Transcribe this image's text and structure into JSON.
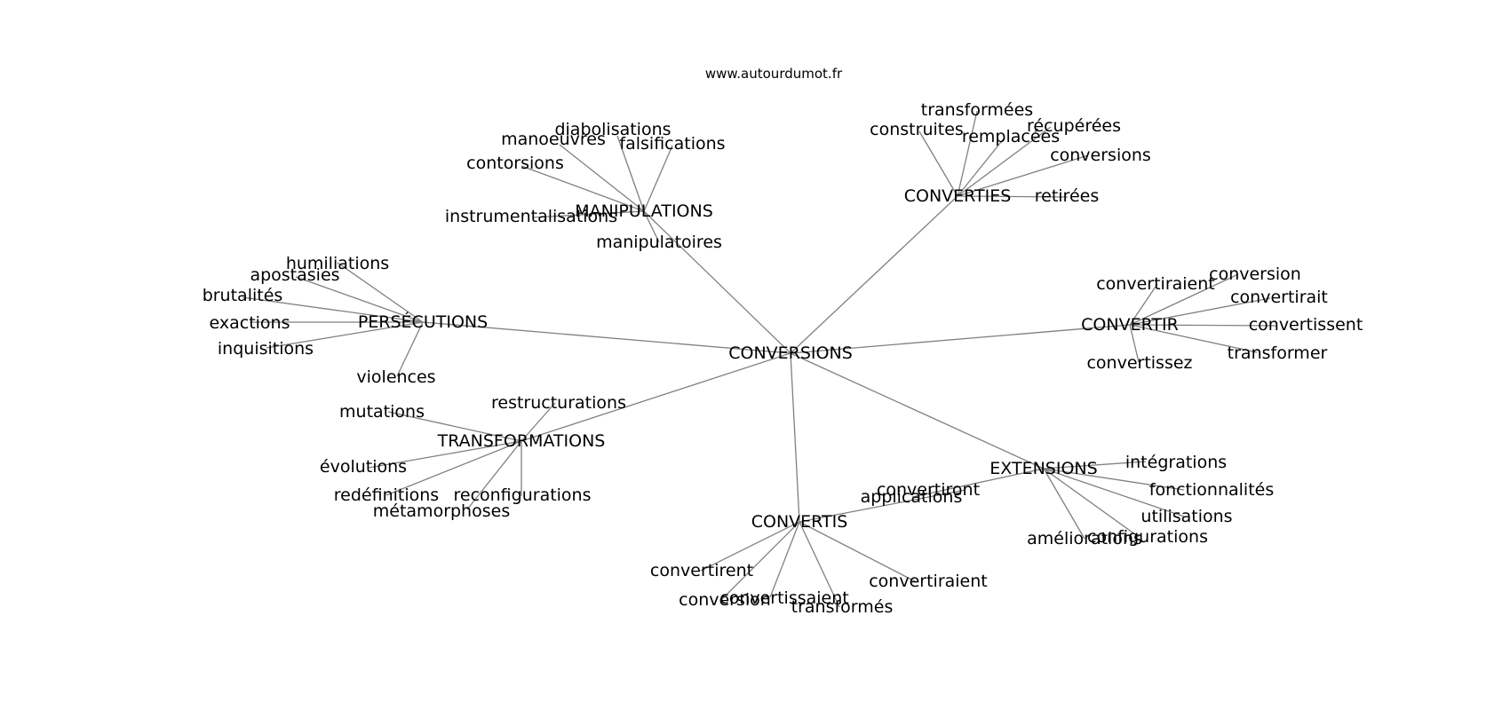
{
  "site": "www.autourdumot.fr",
  "graph": {
    "center": "CONVERSIONS",
    "hubs": [
      {
        "name": "MANIPULATIONS",
        "leaves": [
          "diabolisations",
          "manoeuvres",
          "falsifications",
          "contorsions",
          "instrumentalisations",
          "manipulatoires"
        ]
      },
      {
        "name": "CONVERTIES",
        "leaves": [
          "transformées",
          "construites",
          "remplacées",
          "récupérées",
          "conversions",
          "retirées"
        ]
      },
      {
        "name": "PERSÉCUTIONS",
        "leaves": [
          "humiliations",
          "apostasies",
          "brutalités",
          "exactions",
          "inquisitions",
          "violences"
        ]
      },
      {
        "name": "CONVERTIR",
        "leaves": [
          "convertiraient",
          "conversion",
          "convertirait",
          "convertissent",
          "transformer",
          "convertissez"
        ]
      },
      {
        "name": "TRANSFORMATIONS",
        "leaves": [
          "restructurations",
          "mutations",
          "évolutions",
          "redéfinitions",
          "reconfigurations",
          "métamorphoses"
        ]
      },
      {
        "name": "EXTENSIONS",
        "leaves": [
          "intégrations",
          "fonctionnalités",
          "utilisations",
          "configurations",
          "améliorations",
          "applications"
        ]
      },
      {
        "name": "CONVERTIS",
        "leaves": [
          "convertiront",
          "convertirent",
          "conversion",
          "convertissaient",
          "transformés",
          "convertiraient"
        ]
      }
    ]
  }
}
